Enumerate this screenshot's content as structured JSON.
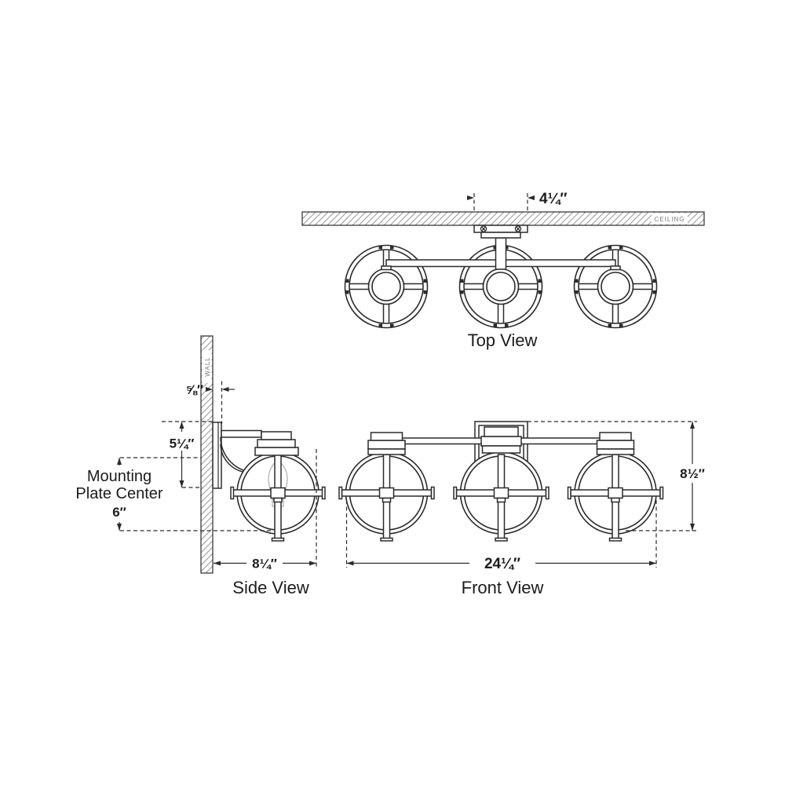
{
  "drawing": {
    "top_view": {
      "label": "Top View",
      "ceiling_label": "CEILING",
      "plate_width": "4¼″"
    },
    "side_view": {
      "label": "Side View",
      "wall_label": "WALL",
      "backplate_depth": "⅝″",
      "backplate_height": "5¼″",
      "mounting_center_line1": "Mounting",
      "mounting_center_line2": "Plate Center",
      "mounting_center_value": "6″",
      "fixture_depth": "8¼″"
    },
    "front_view": {
      "label": "Front View",
      "overall_width": "24¼″",
      "overall_height": "8½″"
    }
  },
  "colors": {
    "line": "#2b2b2b",
    "hatch": "#979797",
    "annotation_text": "#7a7a7a",
    "bulb": "#b3b3b3",
    "background": "#ffffff"
  }
}
